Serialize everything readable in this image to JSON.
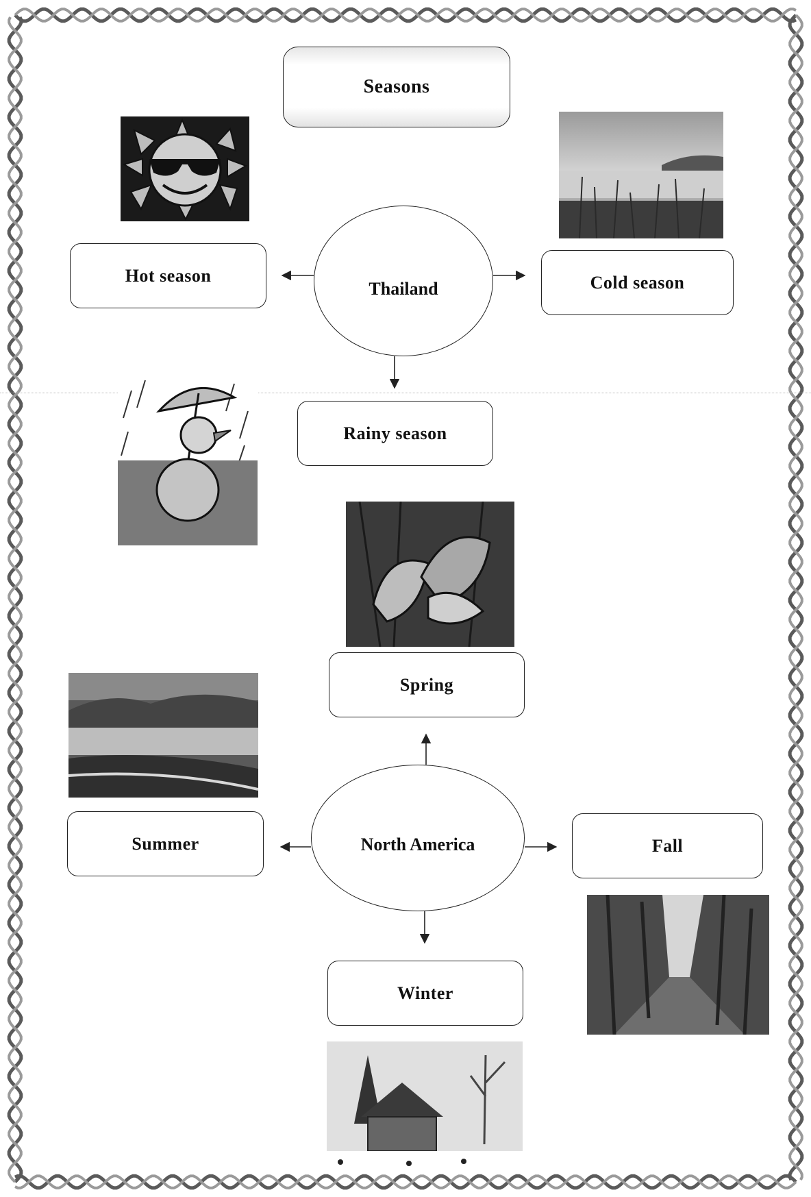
{
  "title": "Seasons",
  "thailand": {
    "center": "Thailand",
    "hot": "Hot season",
    "cold": "Cold season",
    "rainy": "Rainy season"
  },
  "north_america": {
    "center": "North America",
    "spring": "Spring",
    "summer": "Summer",
    "fall": "Fall",
    "winter": "Winter"
  },
  "icons": {
    "hot": "sun-with-sunglasses-icon",
    "cold": "misty-lake-reeds-icon",
    "rainy": "duck-under-umbrella-icon",
    "spring": "crocus-flower-icon",
    "summer": "valley-landscape-icon",
    "fall": "autumn-tree-lined-road-icon",
    "winter": "snowy-house-icon"
  },
  "colors": {
    "ink": "#222222",
    "background": "#ffffff",
    "frame": "#6a6a6a"
  }
}
